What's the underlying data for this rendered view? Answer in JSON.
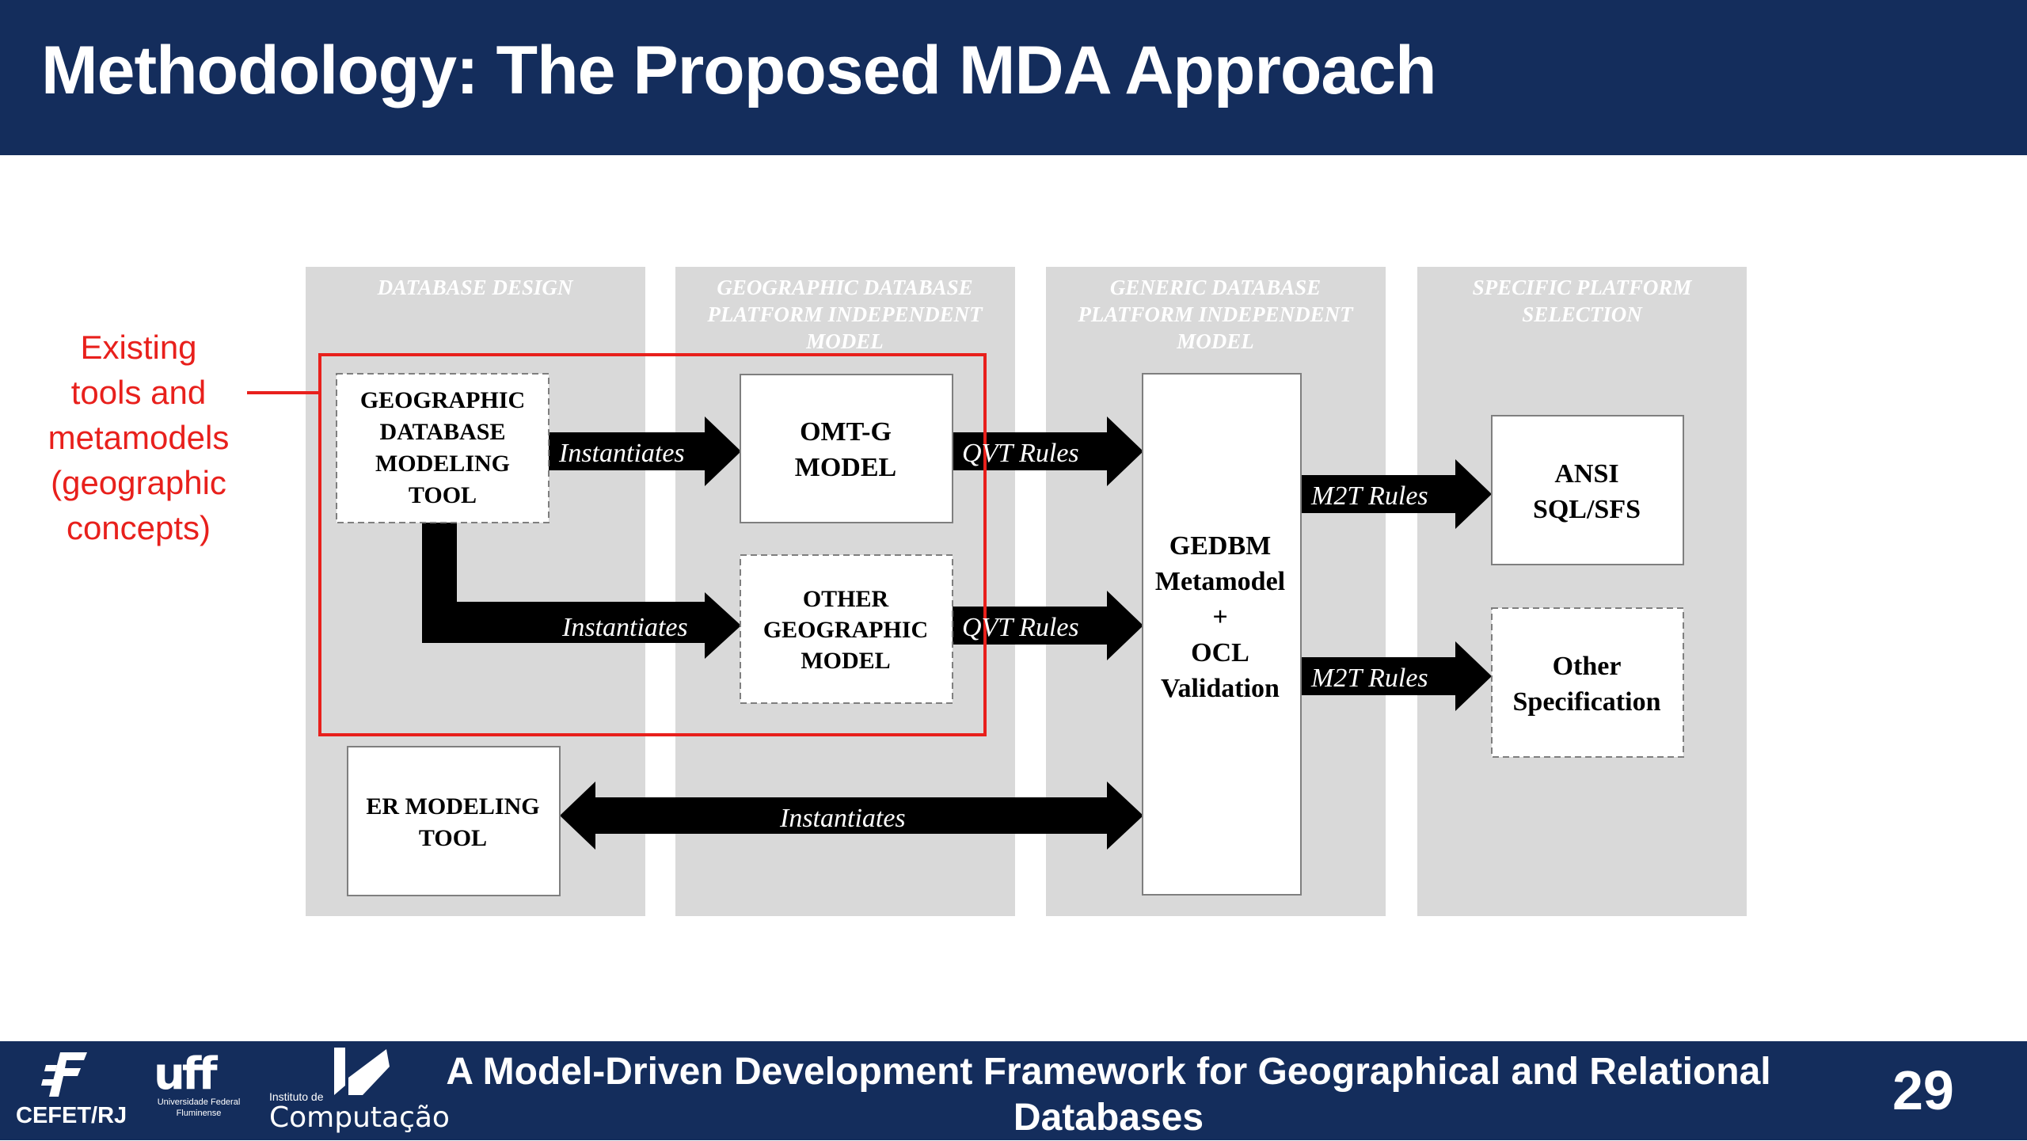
{
  "header": {
    "title": "Methodology: The Proposed MDA Approach"
  },
  "note": {
    "lines": [
      "Existing",
      "tools and",
      "metamodels",
      "(geographic",
      "concepts)"
    ]
  },
  "diagram": {
    "columns": [
      {
        "lines": [
          "DATABASE DESIGN"
        ]
      },
      {
        "lines": [
          "GEOGRAPHIC DATABASE",
          "PLATFORM INDEPENDENT",
          "MODEL"
        ]
      },
      {
        "lines": [
          "GENERIC DATABASE",
          "PLATFORM INDEPENDENT",
          "MODEL"
        ]
      },
      {
        "lines": [
          "SPECIFIC PLATFORM",
          "SELECTION"
        ]
      }
    ],
    "boxes": {
      "geo_tool": [
        "GEOGRAPHIC",
        "DATABASE",
        "MODELING",
        "TOOL"
      ],
      "omtg": [
        "OMT-G",
        "MODEL"
      ],
      "other_geo": [
        "OTHER",
        "GEOGRAPHIC",
        "MODEL"
      ],
      "er_tool": [
        "ER MODELING",
        "TOOL"
      ],
      "gedbm": [
        "GEDBM",
        "Metamodel",
        "+",
        "OCL",
        "Validation"
      ],
      "ansi": [
        "ANSI",
        "SQL/SFS"
      ],
      "other_spec": [
        "Other",
        "Specification"
      ]
    },
    "arrows": {
      "instantiates_1": "Instantiates",
      "instantiates_2": "Instantiates",
      "instantiates_3": "Instantiates",
      "qvt_1": "QVT Rules",
      "qvt_2": "QVT Rules",
      "m2t_1": "M2T Rules",
      "m2t_2": "M2T Rules"
    }
  },
  "footer": {
    "title": "A Model-Driven Development Framework for Geographical and Relational Databases",
    "page": "29",
    "logos": {
      "cefet": "CEFET/RJ",
      "uff_caption": "Universidade Federal Fluminense",
      "ic_small": "Instituto de",
      "ic_text": "Computação"
    }
  },
  "colors": {
    "header_bg": "#142d5c",
    "column_bg": "#d9d9d9",
    "highlight": "#e8201c",
    "arrow": "#000000"
  }
}
